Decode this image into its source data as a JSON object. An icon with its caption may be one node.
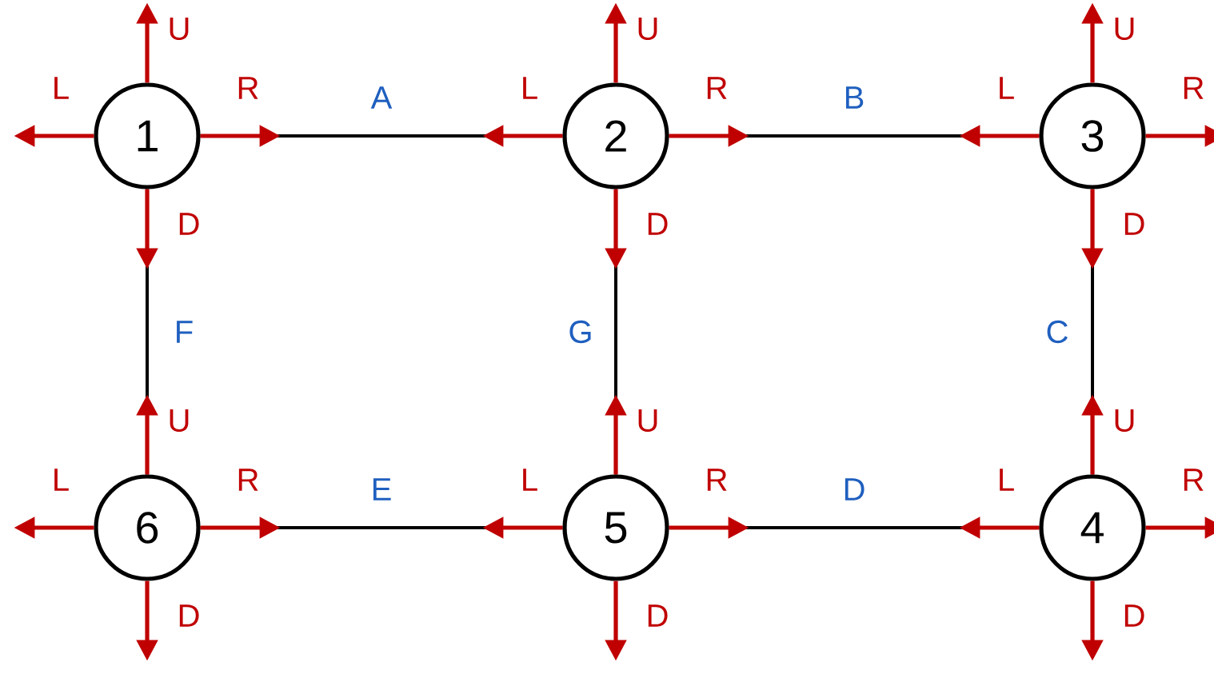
{
  "diagram": {
    "nodes": [
      {
        "text": [
          "1"
        ]
      },
      {
        "text": [
          "2"
        ]
      },
      {
        "text": [
          "3"
        ]
      },
      {
        "text": [
          "6"
        ]
      },
      {
        "text": [
          "5"
        ]
      },
      {
        "text": [
          "4"
        ]
      }
    ],
    "edges": [
      {
        "from": 0,
        "to": 1,
        "arrow": "none",
        "label": "A",
        "color": "#000000"
      },
      {
        "from": 1,
        "to": 2,
        "arrow": "none",
        "label": "B",
        "color": "#000000"
      },
      {
        "from": 2,
        "to": 5,
        "arrow": "none",
        "label": "C",
        "color": "#000000"
      },
      {
        "from": 4,
        "to": 5,
        "arrow": "none",
        "label": "D",
        "color": "#000000"
      },
      {
        "from": 3,
        "to": 4,
        "arrow": "none",
        "label": "E",
        "color": "#000000"
      },
      {
        "from": 0,
        "to": 3,
        "arrow": "none",
        "label": "F",
        "color": "#000000"
      },
      {
        "from": 1,
        "to": 4,
        "arrow": "none",
        "label": "G",
        "color": "#000000"
      },
      {
        "from": 0,
        "to": null,
        "arrow": "to",
        "label": "U"
      },
      {
        "from": 0,
        "to": null,
        "arrow": "to",
        "label": "L"
      },
      {
        "from": 0,
        "to": null,
        "arrow": "to",
        "label": "R"
      },
      {
        "from": 0,
        "to": null,
        "arrow": "to",
        "label": "D"
      },
      {
        "from": 1,
        "to": null,
        "arrow": "to",
        "label": "U"
      },
      {
        "from": 1,
        "to": null,
        "arrow": "to",
        "label": "L"
      },
      {
        "from": 1,
        "to": null,
        "arrow": "to",
        "label": "R"
      },
      {
        "from": 1,
        "to": null,
        "arrow": "to",
        "label": "D"
      },
      {
        "from": 2,
        "to": null,
        "arrow": "to",
        "label": "U"
      },
      {
        "from": 2,
        "to": null,
        "arrow": "to",
        "label": "L"
      },
      {
        "from": 2,
        "to": null,
        "arrow": "to",
        "label": "R"
      },
      {
        "from": 2,
        "to": null,
        "arrow": "to",
        "label": "D"
      },
      {
        "from": 3,
        "to": null,
        "arrow": "to",
        "label": "U"
      },
      {
        "from": 3,
        "to": null,
        "arrow": "to",
        "label": "L"
      },
      {
        "from": 3,
        "to": null,
        "arrow": "to",
        "label": "R"
      },
      {
        "from": 3,
        "to": null,
        "arrow": "to",
        "label": "D"
      },
      {
        "from": 4,
        "to": null,
        "arrow": "to",
        "label": "U"
      },
      {
        "from": 4,
        "to": null,
        "arrow": "to",
        "label": "L"
      },
      {
        "from": 4,
        "to": null,
        "arrow": "to",
        "label": "R"
      },
      {
        "from": 4,
        "to": null,
        "arrow": "to",
        "label": "D"
      },
      {
        "from": 5,
        "to": null,
        "arrow": "to",
        "label": "U"
      },
      {
        "from": 5,
        "to": null,
        "arrow": "to",
        "label": "L"
      },
      {
        "from": 5,
        "to": null,
        "arrow": "to",
        "label": "R"
      },
      {
        "from": 5,
        "to": null,
        "arrow": "to",
        "label": "D"
      }
    ]
  }
}
